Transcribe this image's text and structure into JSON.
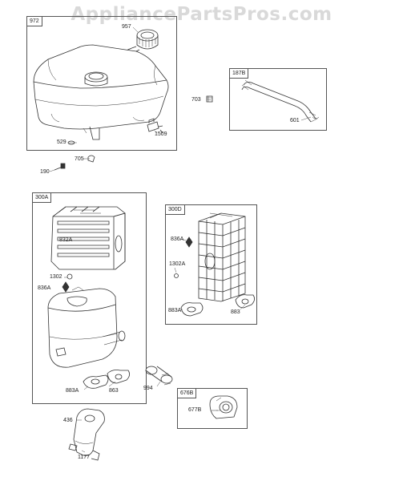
{
  "watermark": "AppliancePartsPros.com",
  "groups": [
    {
      "tag": "972"
    },
    {
      "tag": "187B"
    },
    {
      "tag": "300A"
    },
    {
      "tag": "300D"
    },
    {
      "tag": "676B"
    }
  ],
  "parts": {
    "p957": "957",
    "p529": "529",
    "p1509": "1509",
    "p703": "703",
    "p601": "601",
    "p705": "705",
    "p190": "190",
    "p832A": "832A",
    "p1302a": "1302",
    "p836Aa": "836A",
    "p883Aa": "883A",
    "p863a": "863",
    "p436": "436",
    "p1177": "1177",
    "p994": "994",
    "p836Ab": "836A",
    "p1302Ab": "1302A",
    "p883Ab": "883A",
    "p883b": "883",
    "p677B": "677B"
  }
}
